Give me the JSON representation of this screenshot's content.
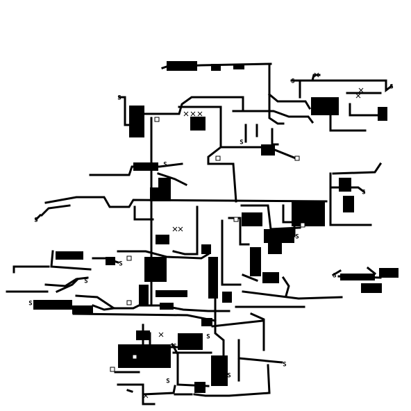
{
  "map": {
    "style": "monochrome ASCII-like dungeon map",
    "colors": {
      "background": "#ffffff",
      "ink": "#000000"
    },
    "tile_glyphs": {
      "solid_wall": "filled-square",
      "corridor": "thin-line",
      "door_or_rubble": "x-cross-tile",
      "item": "small-hollow-square"
    },
    "markers": [
      {
        "name": "stair-marker",
        "text": "S"
      },
      {
        "name": "stair-marker",
        "text": "S"
      },
      {
        "name": "stair-marker",
        "text": "S"
      },
      {
        "name": "stair-marker",
        "text": "S"
      },
      {
        "name": "stair-marker",
        "text": "S"
      },
      {
        "name": "stair-marker",
        "text": "S"
      },
      {
        "name": "stair-marker",
        "text": "S"
      },
      {
        "name": "stair-marker",
        "text": "S"
      },
      {
        "name": "stair-marker",
        "text": "S"
      },
      {
        "name": "stair-marker",
        "text": "S"
      },
      {
        "name": "stair-marker",
        "text": "S"
      },
      {
        "name": "stair-marker",
        "text": "S"
      },
      {
        "name": "stair-marker",
        "text": "S"
      },
      {
        "name": "stair-marker",
        "text": "S"
      },
      {
        "name": "stair-marker",
        "text": "S"
      },
      {
        "name": "stair-marker",
        "text": "S"
      },
      {
        "name": "stair-marker",
        "text": "S"
      },
      {
        "name": "stair-marker",
        "text": "S"
      }
    ]
  }
}
